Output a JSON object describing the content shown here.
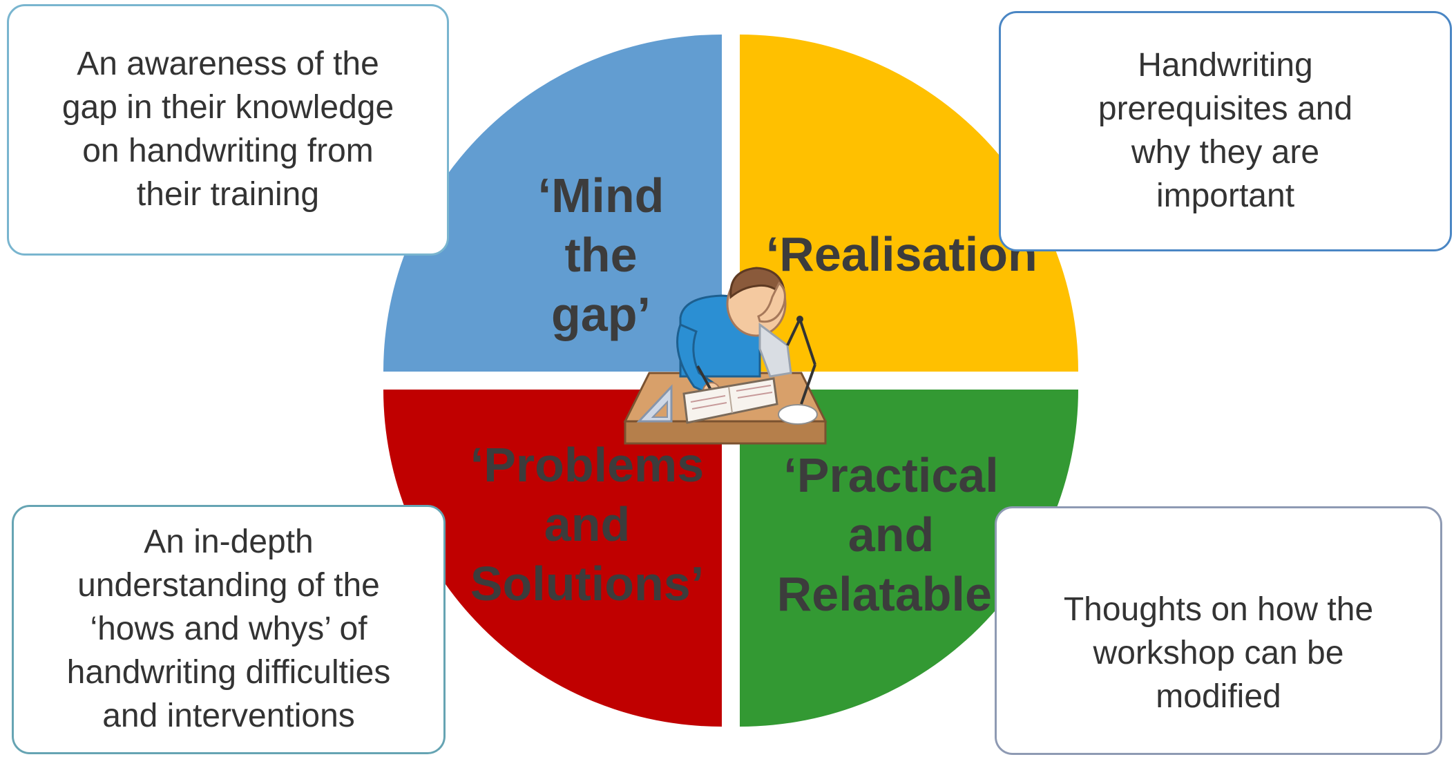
{
  "callouts": {
    "top_left": "An awareness of the\ngap in their knowledge\non handwriting from\ntheir training",
    "top_right": "Handwriting\nprerequisites and\nwhy they are\nimportant",
    "bottom_left": "An in-depth\nunderstanding of the\n‘hows and whys’ of\nhandwriting difficulties\nand interventions",
    "bottom_right": "Thoughts on how the\nworkshop can be\nmodified"
  },
  "quadrants": {
    "mind_the_gap": "‘Mind\nthe\ngap’",
    "realisation": "‘Realisation’",
    "problems_solutions": "‘Problems\nand\nSolutions’",
    "practical_relatable": "‘Practical\nand\nRelatable’"
  },
  "colors": {
    "blue_quadrant": "#629dd1",
    "yellow_quadrant": "#ffc000",
    "red_quadrant": "#c00000",
    "green_quadrant": "#339933",
    "label_text": "#3c3c3c"
  },
  "center_illustration": "student-studying-at-desk-illustration"
}
